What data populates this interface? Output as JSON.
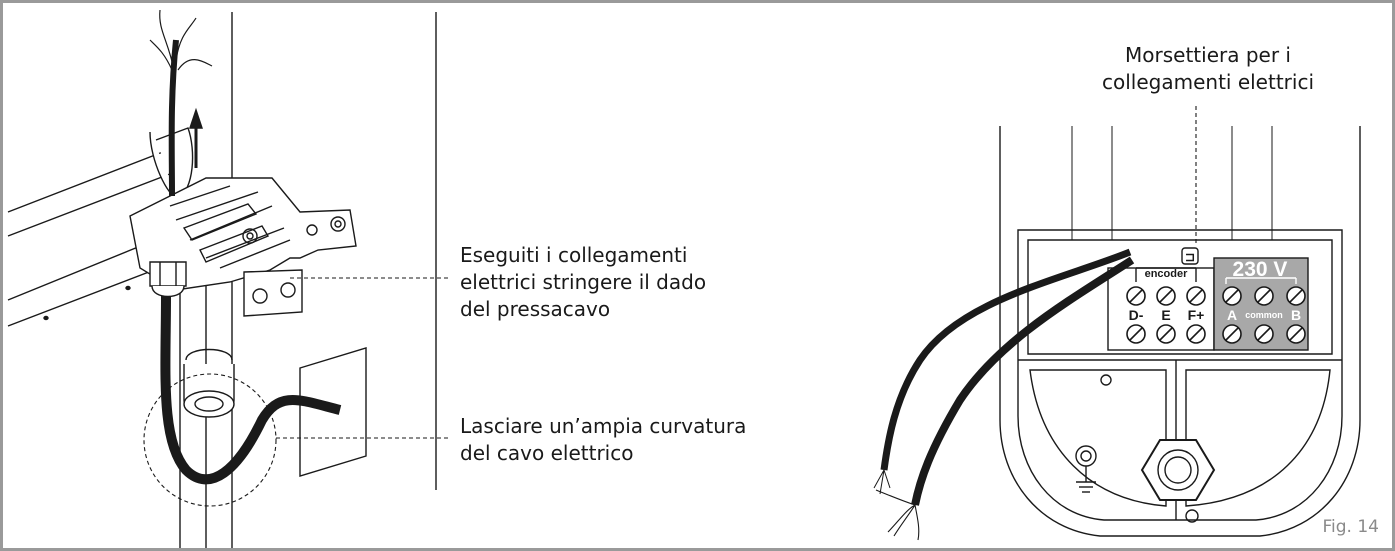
{
  "labels": {
    "terminal_block": [
      "Morsettiera per i",
      "collegamenti elettrici"
    ],
    "cable_gland": [
      "Eseguiti i collegamenti",
      "elettrici stringere il dado",
      "del pressacavo"
    ],
    "cable_curve": [
      "Lasciare un’ampia curvatura",
      "del cavo elettrico"
    ]
  },
  "figure_label": "Fig. 14",
  "terminal": {
    "voltage": "230 V",
    "encoder_label": "encoder",
    "left_terminals": [
      "D-",
      "E",
      "F+"
    ],
    "right_terminals": [
      "A",
      "common",
      "B"
    ]
  },
  "colors": {
    "frame": "#9a9a9a",
    "line": "#1a1a1a",
    "terminal_highlight": "#a8a8a8"
  }
}
